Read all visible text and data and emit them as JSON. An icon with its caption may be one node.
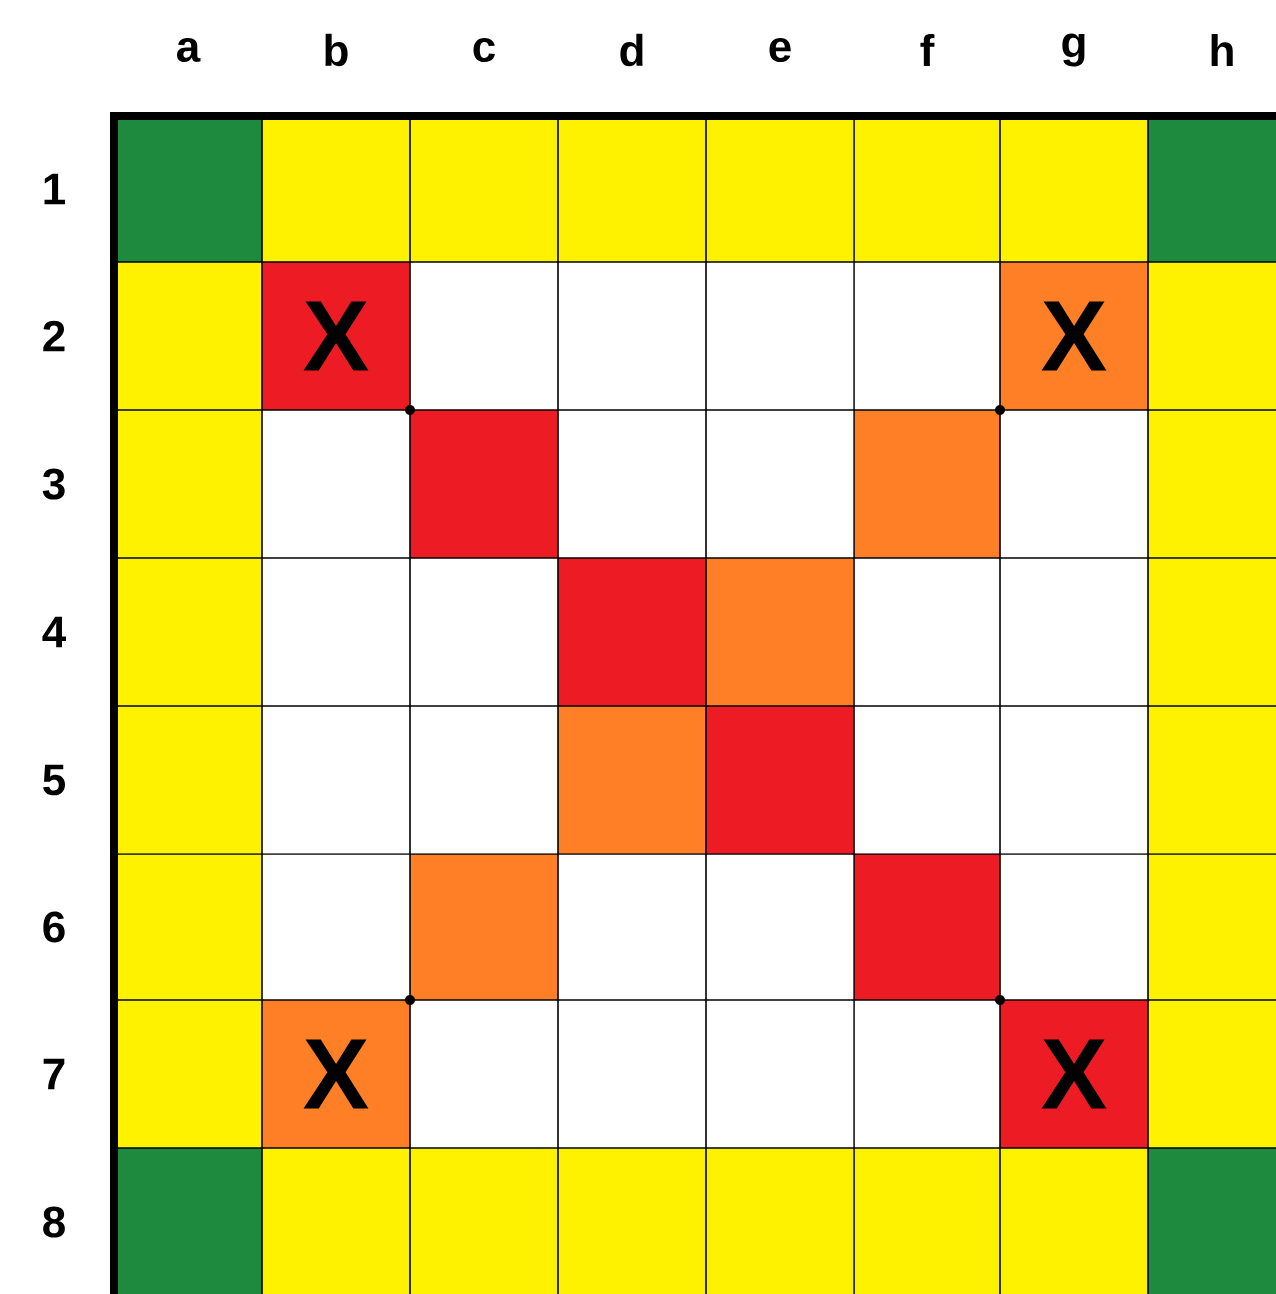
{
  "diagram": {
    "labels": [
      "a",
      "b",
      "c",
      "d",
      "e",
      "f",
      "g",
      "h",
      "1",
      "2",
      "X",
      "X",
      "3",
      "4",
      "5",
      "6",
      "7",
      "X",
      "X",
      "8"
    ]
  }
}
